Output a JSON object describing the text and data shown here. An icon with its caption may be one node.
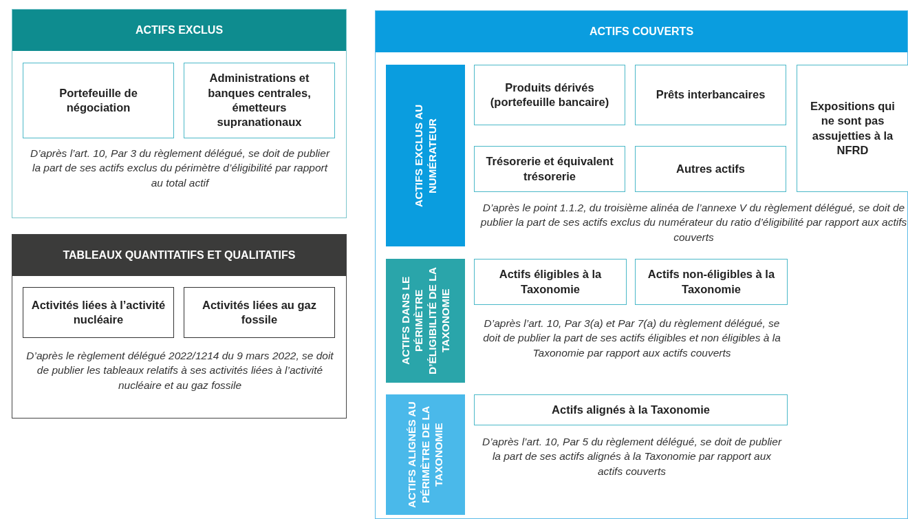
{
  "diagram": {
    "nodes": [
      {
        "text": [
          "ACTIFS EXCLUS",
          "D’après l’art. 10, Par 3 du règlement délégué, se doit de publier la part de ses actifs exclus du périmètre d’éligibilité par rapport au total actif"
        ]
      },
      {
        "text": [
          "Portefeuille de négociation"
        ],
        "in": 0
      },
      {
        "text": [
          "Administrations et banques centrales, émetteurs supranationaux"
        ],
        "in": 0
      },
      {
        "text": [
          "TABLEAUX QUANTITATIFS ET QUALITATIFS",
          "D’après le règlement délégué 2022/1214 du 9 mars 2022, se doit de publier les tableaux relatifs à ses activités liées à l’activité nucléaire et au gaz fossile"
        ]
      },
      {
        "text": [
          "Activités liées à l’activité nucléaire"
        ],
        "in": 3
      },
      {
        "text": [
          "Activités liées au gaz fossile"
        ],
        "in": 3
      },
      {
        "text": [
          "ACTIFS COUVERTS"
        ]
      },
      {
        "text": [
          "ACTIFS EXCLUS AU NUMÉRATEUR"
        ],
        "in": 6
      },
      {
        "text": [
          "Produits dérivés (portefeuille bancaire)"
        ],
        "in": 6
      },
      {
        "text": [
          "Prêts interbancaires"
        ],
        "in": 6
      },
      {
        "text": [
          "Expositions qui ne sont pas assujetties à la NFRD"
        ],
        "in": 6
      },
      {
        "text": [
          "Trésorerie et équivalent trésorerie"
        ],
        "in": 6
      },
      {
        "text": [
          "Autres actifs"
        ],
        "in": 6
      },
      {
        "text": [
          "ACTIFS DANS LE PÉRIMÈTRE D’ÉLIGIBILITÉ DE LA TAXONOMIE"
        ],
        "in": 6
      },
      {
        "text": [
          "Actifs éligibles à la Taxonomie"
        ],
        "in": 6
      },
      {
        "text": [
          "Actifs non-éligibles à la Taxonomie"
        ],
        "in": 6
      },
      {
        "text": [
          "ACTIFS ALIGNÉS AU PÉRIMÈTRE DE LA TAXONOMIE"
        ],
        "in": 6
      },
      {
        "text": [
          "Actifs alignés à la Taxonomie"
        ],
        "in": 6
      }
    ],
    "labels": [
      "D’après le point 1.1.2, du troisième alinéa de l’annexe V du règlement délégué, se doit de publier la part de ses actifs exclus du numérateur du ratio d’éligibilité par rapport aux actifs couverts",
      "D’après l’art. 10, Par 3(a) et Par 7(a) du règlement délégué, se doit de publier la part de ses actifs éligibles et non éligibles à la Taxonomie par rapport aux actifs couverts",
      "D’après l’art. 10, Par 5 du règlement délégué, se doit de publier la part de ses actifs alignés à la Taxonomie par rapport aux actifs couverts"
    ]
  }
}
